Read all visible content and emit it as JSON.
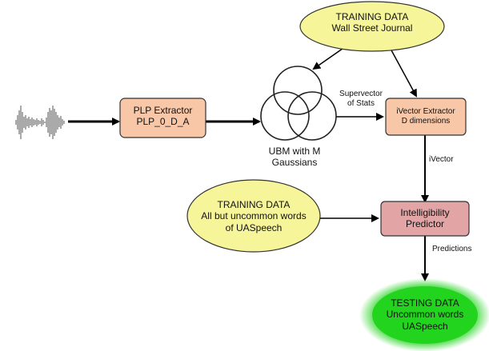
{
  "colors": {
    "training_ellipse_fill": "#f7f59a",
    "plp_box_fill": "#f8c7a7",
    "ivector_box_fill": "#f8c7a7",
    "predictor_box_fill": "#e2a4a4",
    "testing_glow": "#22d41e",
    "arrow": "#000000"
  },
  "audio": {
    "icon": "audio-waveform-icon"
  },
  "training_wsj": {
    "line1": "TRAINING DATA",
    "line2": "Wall Street Journal"
  },
  "plp": {
    "line1": "PLP Extractor",
    "line2": "PLP_0_D_A"
  },
  "ubm": {
    "line1": "UBM with M",
    "line2": "Gaussians"
  },
  "supervector": {
    "line1": "Supervector",
    "line2": "of Stats"
  },
  "ivector_extractor": {
    "line1": "iVector Extractor",
    "line2": "D dimensions"
  },
  "ivector_edge": {
    "label": "iVector"
  },
  "training_uaspeech": {
    "line1": "TRAINING DATA",
    "line2": "All but uncommon words",
    "line3": "of UASpeech"
  },
  "predictor": {
    "line1": "Intelligibility",
    "line2": "Predictor"
  },
  "predictions_edge": {
    "label": "Predictions"
  },
  "testing": {
    "line1": "TESTING DATA",
    "line2": "Uncommon words",
    "line3": "UASpeech"
  }
}
